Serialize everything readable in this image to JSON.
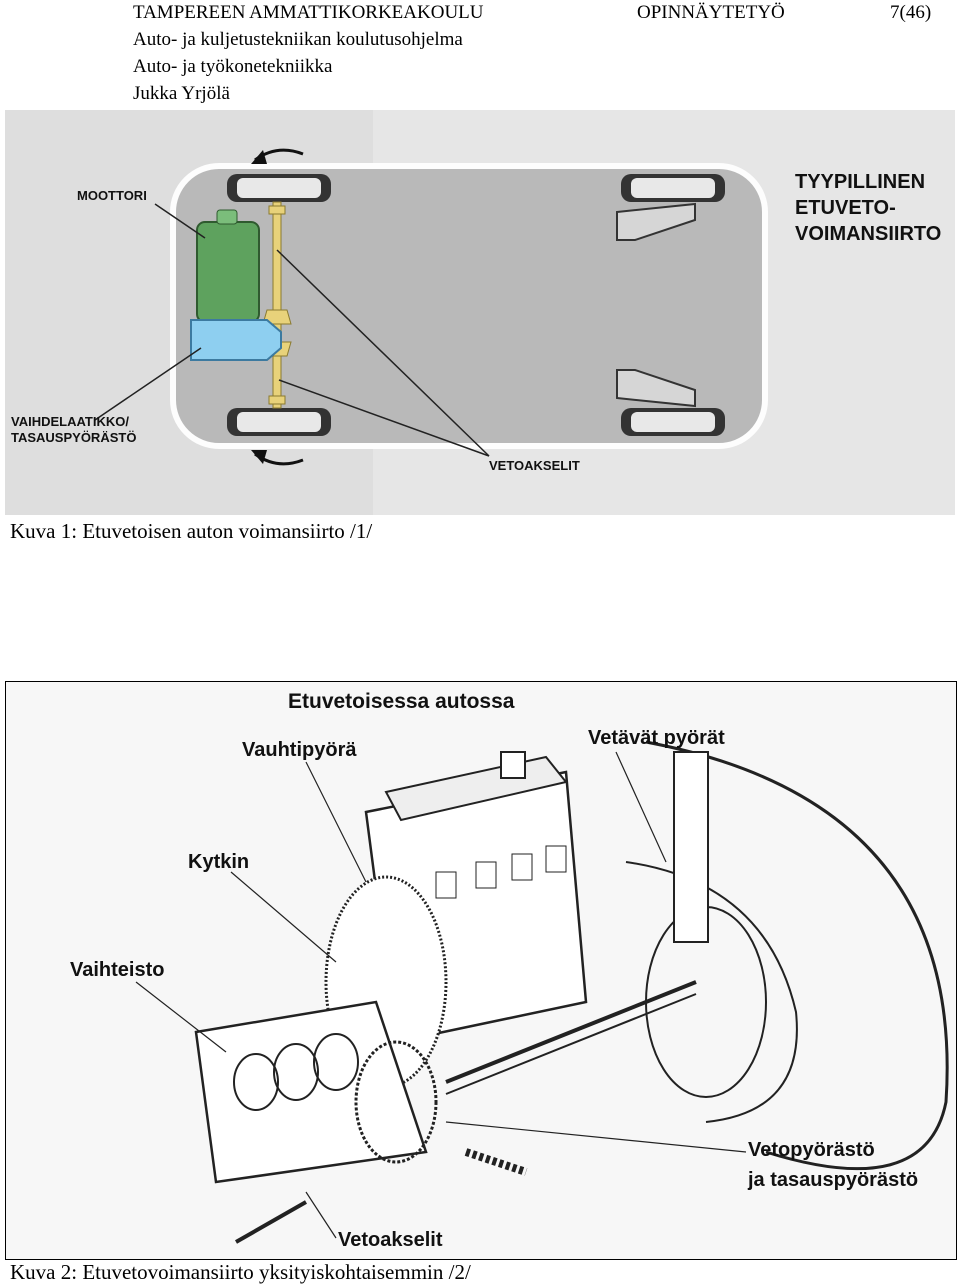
{
  "header": {
    "institution": "TAMPEREEN AMMATTIKORKEAKOULU",
    "programme": "Auto- ja kuljetustekniikan koulutusohjelma",
    "specialisation": "Auto- ja työkonetekniikka",
    "author": "Jukka Yrjölä",
    "doc_type": "OPINNÄYTETYÖ",
    "page": "7(46)"
  },
  "figure1": {
    "caption": "Kuva 1: Etuvetoisen auton voimansiirto /1/",
    "title_lines": [
      "TYYPILLINEN",
      "ETUVETO-",
      "VOIMANSIIRTO"
    ],
    "label_engine": "MOOTTORI",
    "label_gearbox_lines": [
      "VAIHDELAATIKKO/",
      "TASAUSPYÖRÄSTÖ"
    ],
    "label_driveshafts": "VETOAKSELIT",
    "colors": {
      "engine": "#5ea25e",
      "gearbox": "#8ecff0",
      "body": "#b9b9b9",
      "background": "#dcdcdc",
      "shaft": "#e8d27a"
    }
  },
  "figure2": {
    "caption": "Kuva 2: Etuvetovoimansiirto yksityiskohtaisemmin /2/",
    "title": "Etuvetoisessa autossa",
    "label_flywheel": "Vauhtipyörä",
    "label_clutch": "Kytkin",
    "label_gearbox": "Vaihteisto",
    "label_drive_wheels": "Vetävät pyörät",
    "label_final_drive_lines": [
      "Vetopyörästö",
      "ja tasauspyörästö"
    ],
    "label_driveshafts": "Vetoakselit"
  }
}
